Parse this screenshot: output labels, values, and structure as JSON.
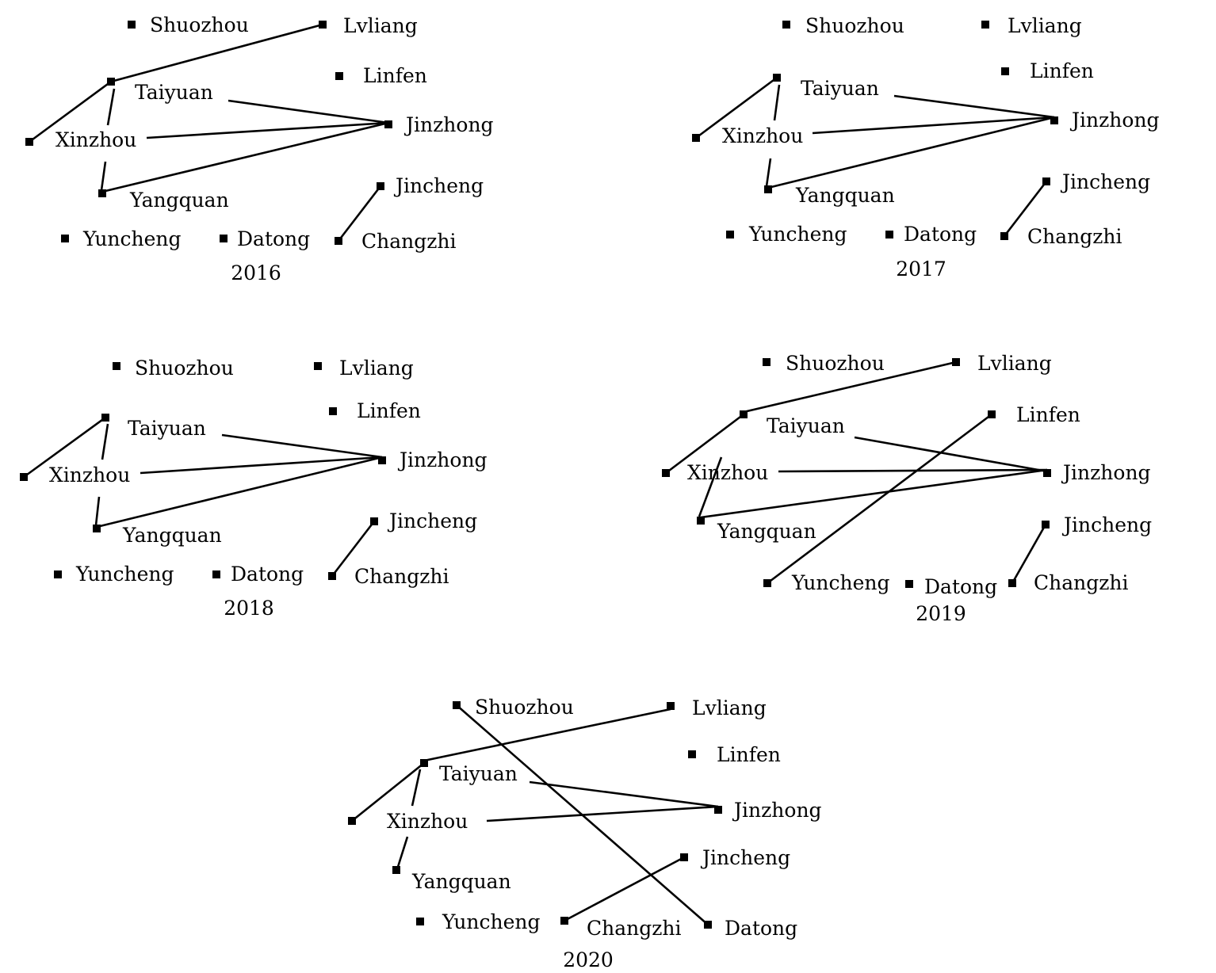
{
  "panels": [
    {
      "year": "2016",
      "cities": [
        "Shuozhou",
        "Lvliang",
        "Taiyuan",
        "Linfen",
        "Xinzhou",
        "Jinzhong",
        "Yangquan",
        "Jincheng",
        "Yuncheng",
        "Datong",
        "Changzhi"
      ],
      "edges": [
        [
          "Taiyuan",
          "Lvliang"
        ],
        [
          "Taiyuan",
          "Xinzhou"
        ],
        [
          "Taiyuan",
          "Jinzhong"
        ],
        [
          "Xinzhou",
          "Jinzhong"
        ],
        [
          "Xinzhou",
          "Yangquan"
        ],
        [
          "Yangquan",
          "Jinzhong"
        ],
        [
          "Jincheng",
          "Changzhi"
        ]
      ]
    },
    {
      "year": "2017",
      "cities": [
        "Shuozhou",
        "Lvliang",
        "Linfen",
        "Taiyuan",
        "Jinzhong",
        "Xinzhou",
        "Jincheng",
        "Yangquan",
        "Yuncheng",
        "Datong",
        "Changzhi"
      ],
      "edges": [
        [
          "Taiyuan",
          "Xinzhou"
        ],
        [
          "Taiyuan",
          "Jinzhong"
        ],
        [
          "Xinzhou",
          "Jinzhong"
        ],
        [
          "Xinzhou",
          "Yangquan"
        ],
        [
          "Yangquan",
          "Jinzhong"
        ],
        [
          "Jincheng",
          "Changzhi"
        ]
      ]
    },
    {
      "year": "2018",
      "cities": [
        "Shuozhou",
        "Lvliang",
        "Linfen",
        "Taiyuan",
        "Jinzhong",
        "Xinzhou",
        "Jincheng",
        "Yangquan",
        "Yuncheng",
        "Datong",
        "Changzhi"
      ],
      "edges": [
        [
          "Taiyuan",
          "Xinzhou"
        ],
        [
          "Taiyuan",
          "Jinzhong"
        ],
        [
          "Xinzhou",
          "Jinzhong"
        ],
        [
          "Xinzhou",
          "Yangquan"
        ],
        [
          "Yangquan",
          "Jinzhong"
        ],
        [
          "Jincheng",
          "Changzhi"
        ]
      ]
    },
    {
      "year": "2019",
      "cities": [
        "Shuozhou",
        "Lvliang",
        "Taiyuan",
        "Linfen",
        "Xinzhou",
        "Jinzhong",
        "Yangquan",
        "Jincheng",
        "Yuncheng",
        "Datong",
        "Changzhi"
      ],
      "edges": [
        [
          "Taiyuan",
          "Lvliang"
        ],
        [
          "Taiyuan",
          "Xinzhou"
        ],
        [
          "Taiyuan",
          "Jinzhong"
        ],
        [
          "Xinzhou",
          "Jinzhong"
        ],
        [
          "Xinzhou",
          "Yangquan"
        ],
        [
          "Yangquan",
          "Jinzhong"
        ],
        [
          "Linfen",
          "Yuncheng"
        ],
        [
          "Jincheng",
          "Changzhi"
        ]
      ]
    },
    {
      "year": "2020",
      "cities": [
        "Shuozhou",
        "Lvliang",
        "Linfen",
        "Taiyuan",
        "Xinzhou",
        "Jinzhong",
        "Jincheng",
        "Yangquan",
        "Yuncheng",
        "Changzhi",
        "Datong"
      ],
      "edges": [
        [
          "Taiyuan",
          "Lvliang"
        ],
        [
          "Taiyuan",
          "Xinzhou"
        ],
        [
          "Taiyuan",
          "Jinzhong"
        ],
        [
          "Xinzhou",
          "Jinzhong"
        ],
        [
          "Xinzhou",
          "Yangquan"
        ],
        [
          "Shuozhou",
          "Datong"
        ],
        [
          "Jincheng",
          "Changzhi"
        ]
      ]
    }
  ]
}
